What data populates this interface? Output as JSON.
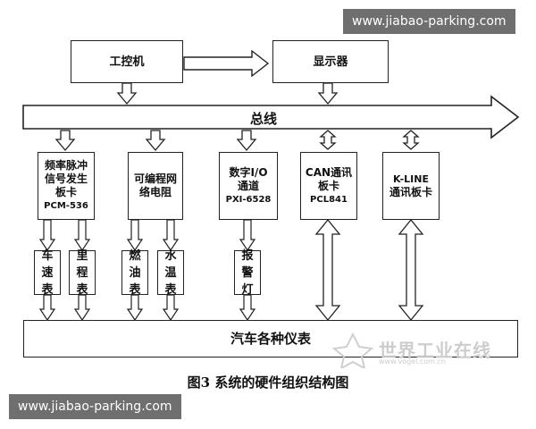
{
  "watermark_top": "www.jiabao-parking.com",
  "watermark_bottom": "www.jiabao-parking.com",
  "nodes": {
    "ipc": "工控机",
    "display": "显示器",
    "bus": "总线",
    "freq_card": [
      "频率脉冲",
      "信号发生",
      "板卡",
      "PCM-536"
    ],
    "prog_resistor": [
      "可编程网",
      "络电阻"
    ],
    "digital_io": [
      "数字I/O",
      "通道",
      "PXI-6528"
    ],
    "can_card": [
      "CAN通讯",
      "板卡",
      "PCL841"
    ],
    "kline_card": [
      "K-LINE",
      "通讯板卡"
    ],
    "speedometer": [
      "车",
      "速",
      "表"
    ],
    "odometer": [
      "里",
      "程",
      "表"
    ],
    "fuel_gauge": [
      "燃",
      "油",
      "表"
    ],
    "water_temp_gauge": [
      "水",
      "温",
      "表"
    ],
    "alarm_lamp": [
      "报",
      "警",
      "灯"
    ],
    "instruments": "汽车各种仪表"
  },
  "caption": "图3 系统的硬件组织结构图",
  "logo": {
    "text": "世界工业在线",
    "sub": "www.vogel.com.cn"
  }
}
